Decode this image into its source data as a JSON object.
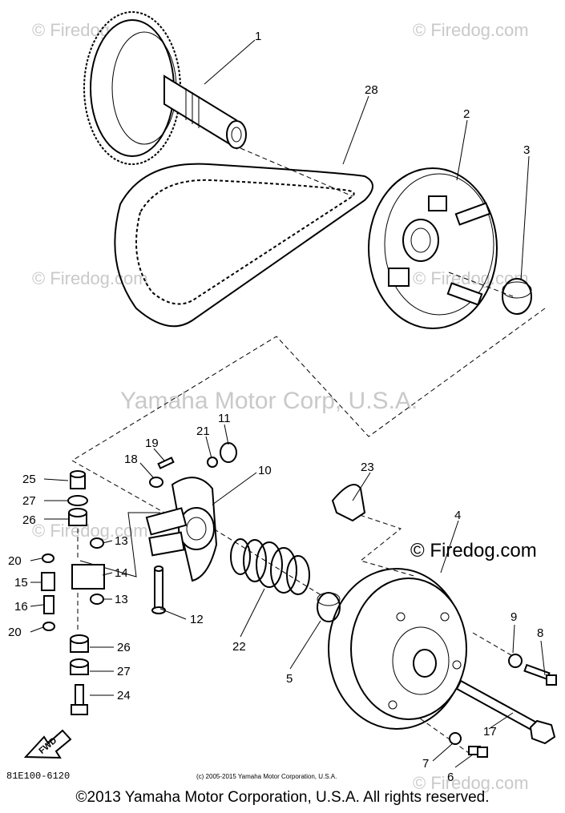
{
  "watermarks": {
    "small": "© Firedog.com",
    "center": "Yamaha Motor Corp, U.S.A.",
    "large": "© Firedog.com"
  },
  "callouts": [
    "1",
    "28",
    "2",
    "3",
    "11",
    "21",
    "19",
    "18",
    "10",
    "23",
    "4",
    "25",
    "27",
    "26",
    "13",
    "20",
    "15",
    "14",
    "16",
    "12",
    "22",
    "5",
    "9",
    "8",
    "17",
    "7",
    "6",
    "24"
  ],
  "fwd_label": "FWD",
  "part_number": "81E100-6120",
  "small_copyright": "(c) 2005-2015 Yamaha Motor Corporation, U.S.A.",
  "footer_copyright": "©2013 Yamaha Motor Corporation, U.S.A. All rights reserved."
}
